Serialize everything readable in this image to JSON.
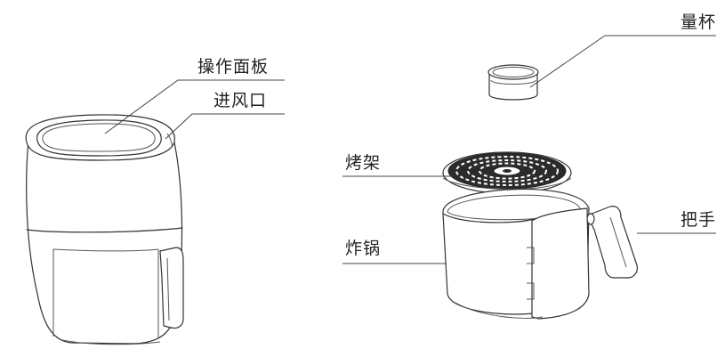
{
  "labels": {
    "control_panel": "操作面板",
    "air_inlet": "进风口",
    "measuring_cup": "量杯",
    "rack": "烤架",
    "pot": "炸锅",
    "handle": "把手"
  }
}
